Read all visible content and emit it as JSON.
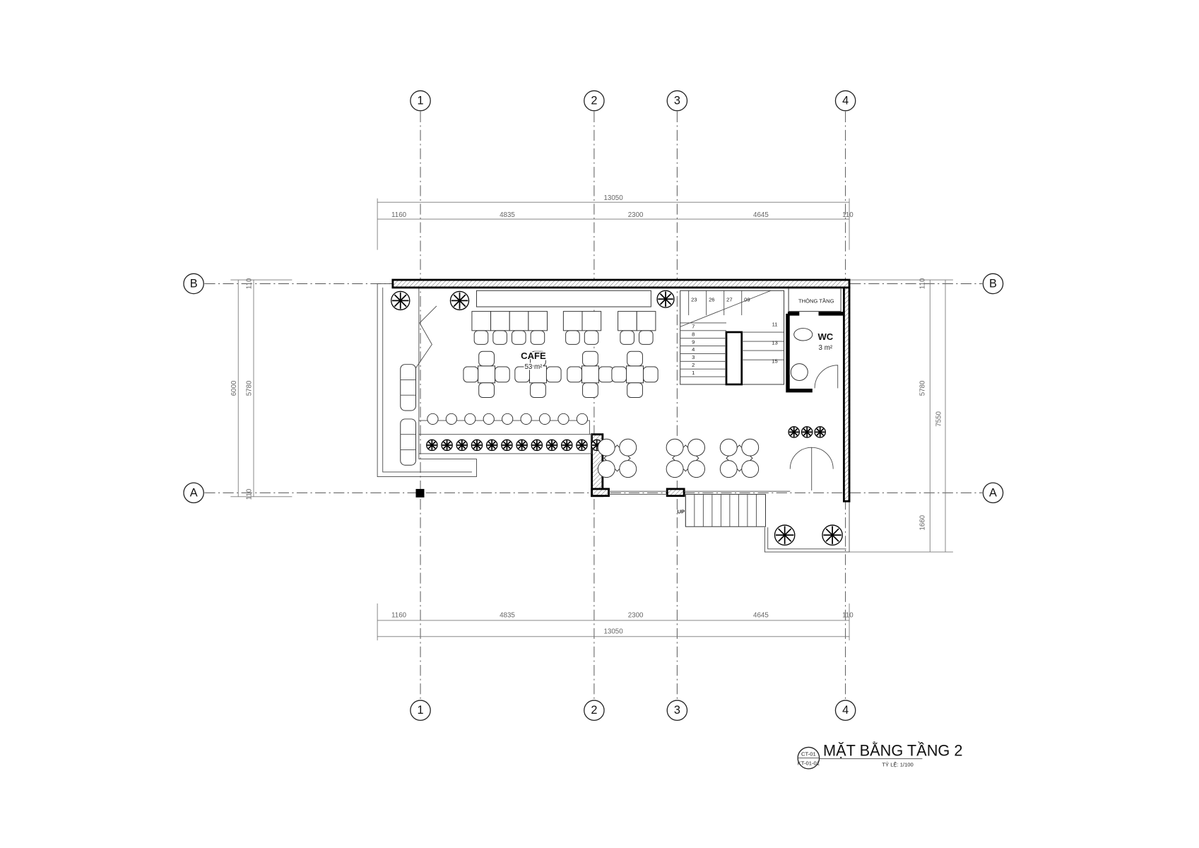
{
  "drawing": {
    "title": "MẶT BẰNG TẦNG 2",
    "scale": "TỶ LỆ: 1/100",
    "sheet_code": "CT-01",
    "sheet_ref": "KT-01-01"
  },
  "grid": {
    "columns": [
      "1",
      "2",
      "3",
      "4"
    ],
    "rows": [
      "B",
      "A"
    ]
  },
  "dimensions": {
    "horizontal_total": "13050",
    "horizontal_segments": [
      "1160",
      "4835",
      "2300",
      "4645",
      "110"
    ],
    "left_total": "6000",
    "left_inner": "5780",
    "left_ends": [
      "110",
      "110"
    ],
    "right_inner": "5780",
    "right_lower": "1660",
    "right_total": "7550",
    "right_top": "110"
  },
  "rooms": {
    "cafe": {
      "name": "CAFE",
      "area": "53 m²"
    },
    "wc": {
      "name": "WC",
      "area": "3 m²"
    },
    "void": {
      "name": "THÔNG TẦNG"
    },
    "stair_up": "UP",
    "stair_steps_top": [
      "23",
      "26",
      "27",
      "09"
    ],
    "stair_steps_left": [
      "7",
      "8",
      "9",
      "4",
      "3",
      "2",
      "1"
    ],
    "stair_steps_right": [
      "11",
      "13",
      "15"
    ]
  }
}
